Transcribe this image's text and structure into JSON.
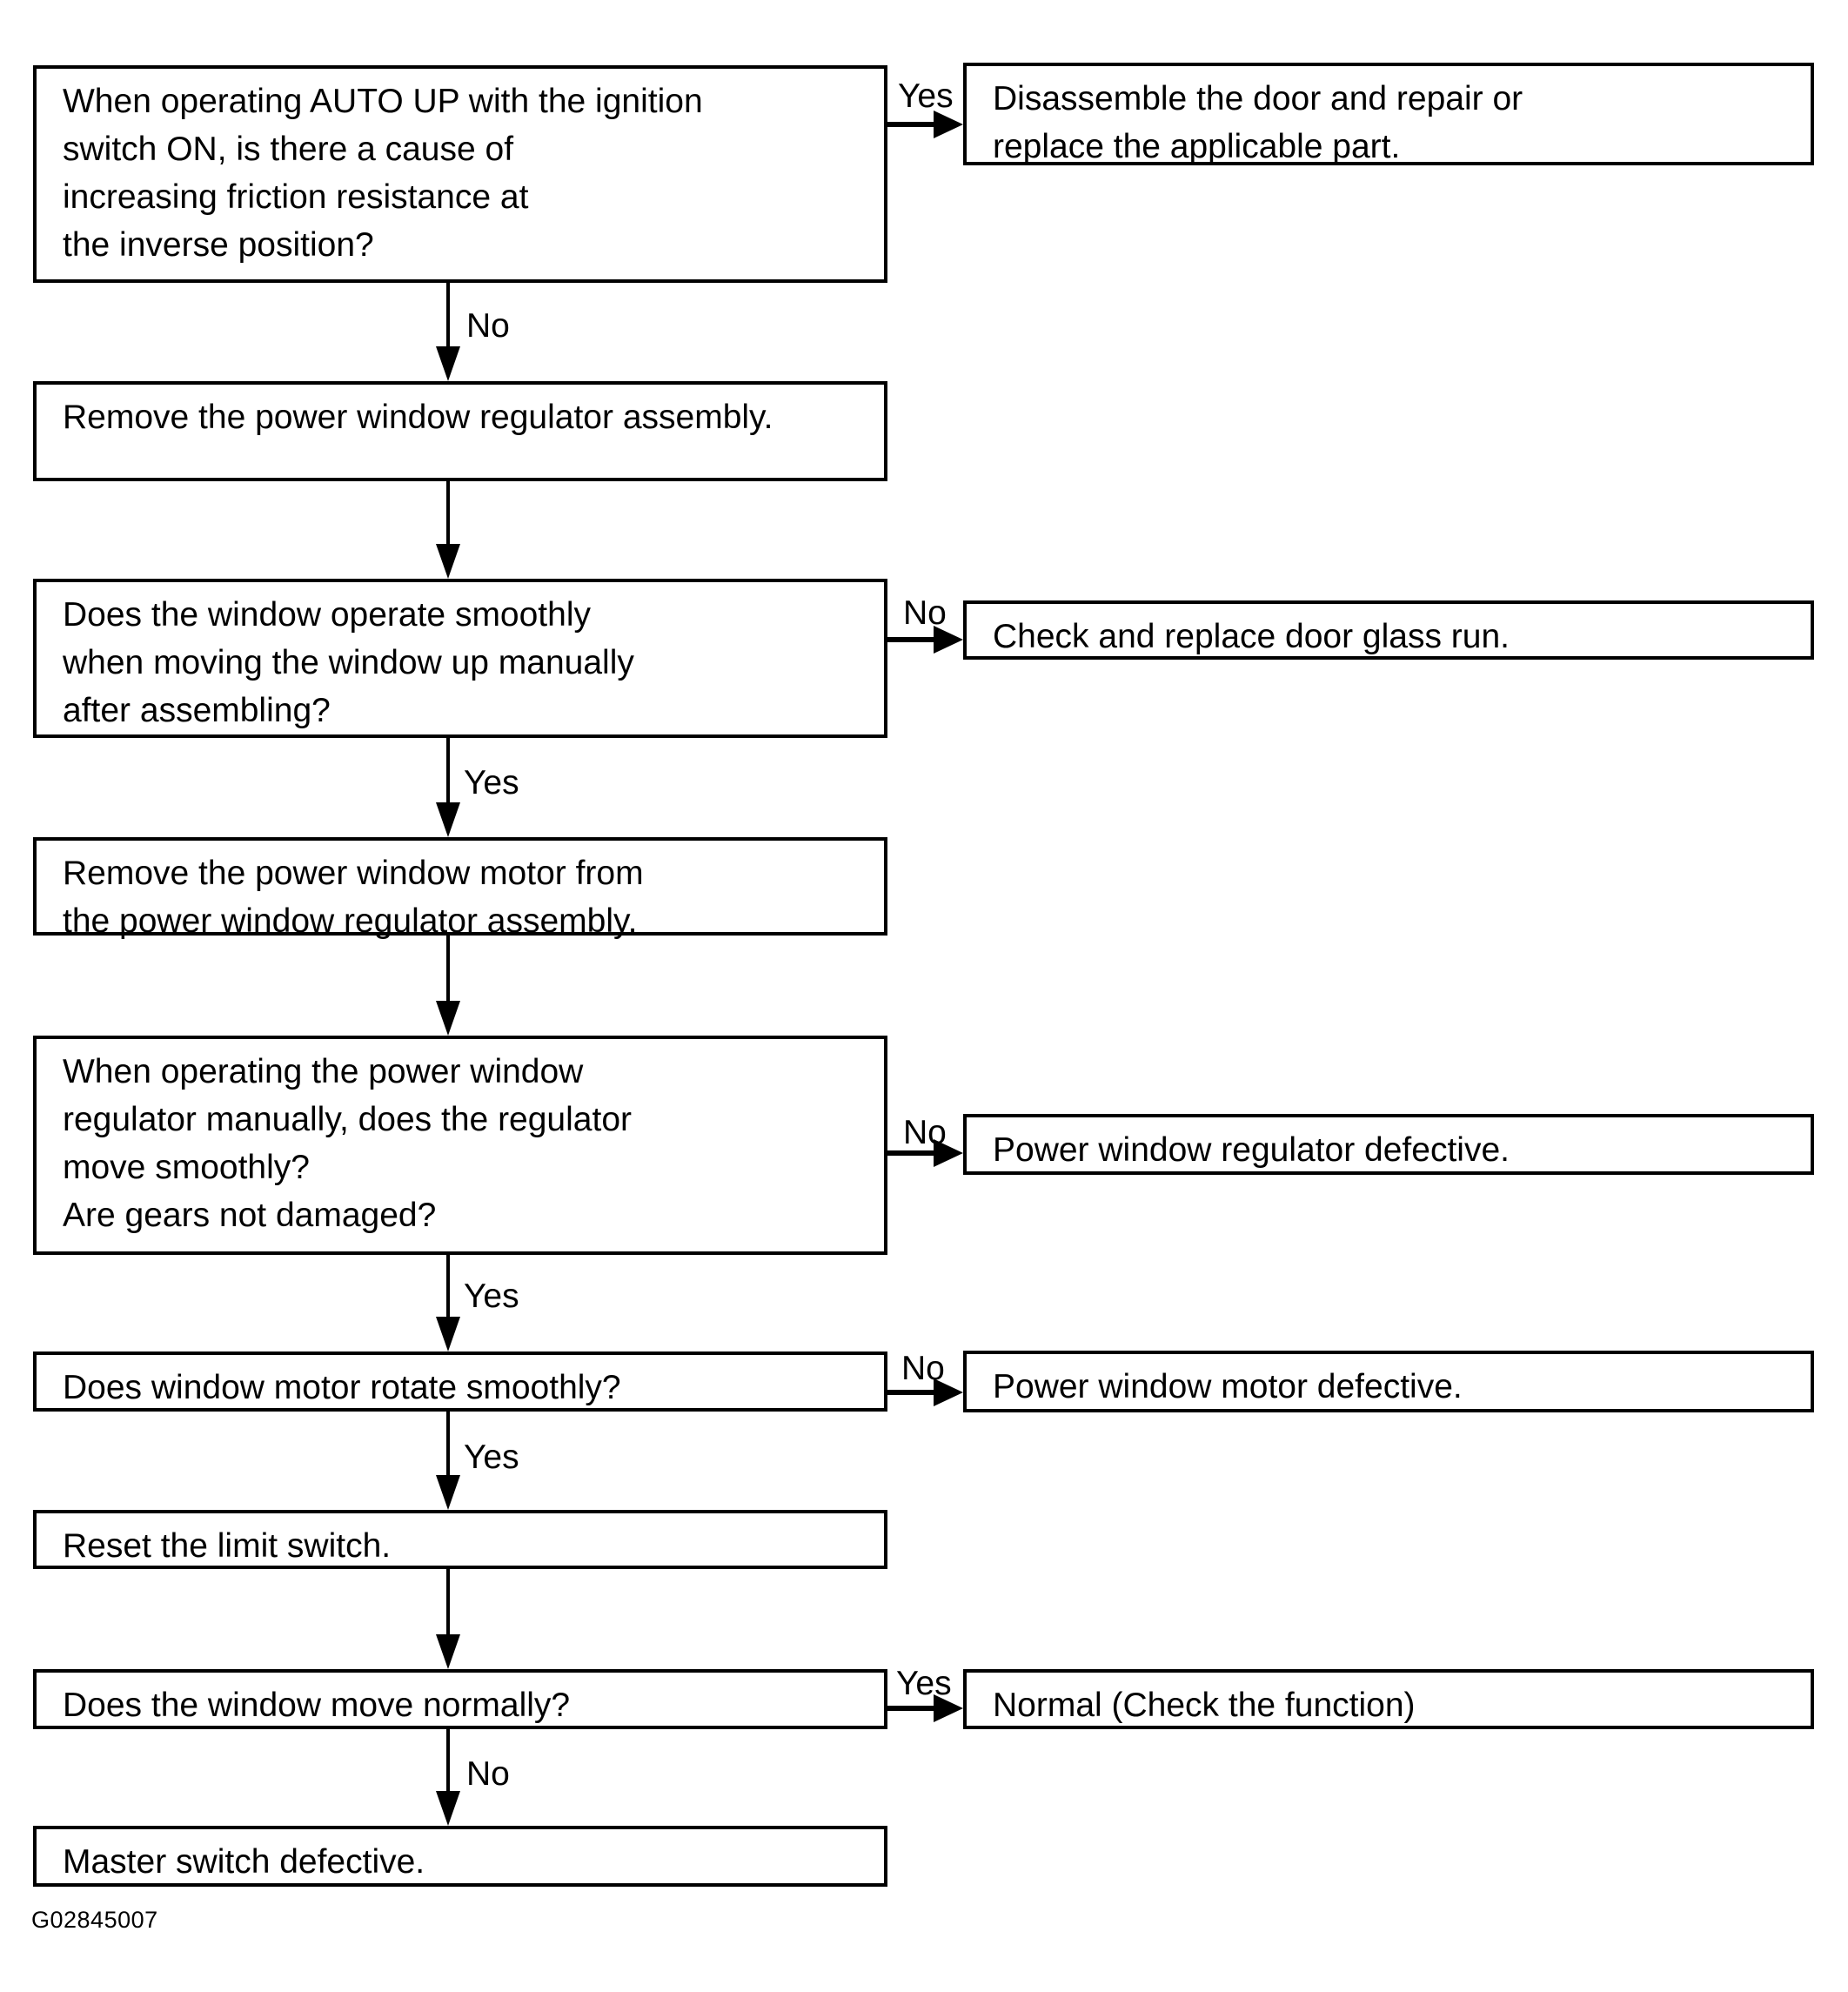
{
  "diagram": {
    "title_hint": "Power window AUTO UP diagnostic flowchart",
    "colors": {
      "background": "#ffffff",
      "line": "#000000",
      "text": "#000000"
    },
    "caption": "G02845007",
    "nodes": {
      "q_auto_up": {
        "text": "When operating AUTO UP with the ignition\nswitch ON, is there a cause of\nincreasing friction resistance at\nthe inverse position?"
      },
      "a_disassemble": {
        "text": "Disassemble the door and repair or\nreplace the applicable part."
      },
      "s_remove_regulator": {
        "text": "Remove the power window regulator assembly."
      },
      "q_window_smooth": {
        "text": "Does the window operate smoothly\nwhen moving the window up manually\nafter assembling?"
      },
      "a_glass_run": {
        "text": "Check and replace door glass run."
      },
      "s_remove_motor": {
        "text": "Remove the power window motor from\nthe power window regulator assembly."
      },
      "q_regulator_smooth": {
        "text": "When operating the power window\nregulator manually, does the regulator\nmove smoothly?\nAre gears not damaged?"
      },
      "a_regulator_defective": {
        "text": "Power window regulator defective."
      },
      "q_motor_rotate": {
        "text": "Does window motor rotate smoothly?"
      },
      "a_motor_defective": {
        "text": "Power window motor defective."
      },
      "s_reset_limit": {
        "text": "Reset the limit switch."
      },
      "q_window_normal": {
        "text": "Does the window move normally?"
      },
      "a_normal": {
        "text": "Normal (Check the function)"
      },
      "a_master_switch": {
        "text": "Master switch defective."
      }
    },
    "edges": {
      "auto_up_yes": {
        "from": "q_auto_up",
        "to": "a_disassemble",
        "label": "Yes"
      },
      "auto_up_no": {
        "from": "q_auto_up",
        "to": "s_remove_regulator",
        "label": "No"
      },
      "remove_regulator_next": {
        "from": "s_remove_regulator",
        "to": "q_window_smooth",
        "label": ""
      },
      "window_smooth_no": {
        "from": "q_window_smooth",
        "to": "a_glass_run",
        "label": "No"
      },
      "window_smooth_yes": {
        "from": "q_window_smooth",
        "to": "s_remove_motor",
        "label": "Yes"
      },
      "remove_motor_next": {
        "from": "s_remove_motor",
        "to": "q_regulator_smooth",
        "label": ""
      },
      "regulator_smooth_no": {
        "from": "q_regulator_smooth",
        "to": "a_regulator_defective",
        "label": "No"
      },
      "regulator_smooth_yes": {
        "from": "q_regulator_smooth",
        "to": "q_motor_rotate",
        "label": "Yes"
      },
      "motor_rotate_no": {
        "from": "q_motor_rotate",
        "to": "a_motor_defective",
        "label": "No"
      },
      "motor_rotate_yes": {
        "from": "q_motor_rotate",
        "to": "s_reset_limit",
        "label": "Yes"
      },
      "reset_limit_next": {
        "from": "s_reset_limit",
        "to": "q_window_normal",
        "label": ""
      },
      "window_normal_yes": {
        "from": "q_window_normal",
        "to": "a_normal",
        "label": "Yes"
      },
      "window_normal_no": {
        "from": "q_window_normal",
        "to": "a_master_switch",
        "label": "No"
      }
    }
  }
}
